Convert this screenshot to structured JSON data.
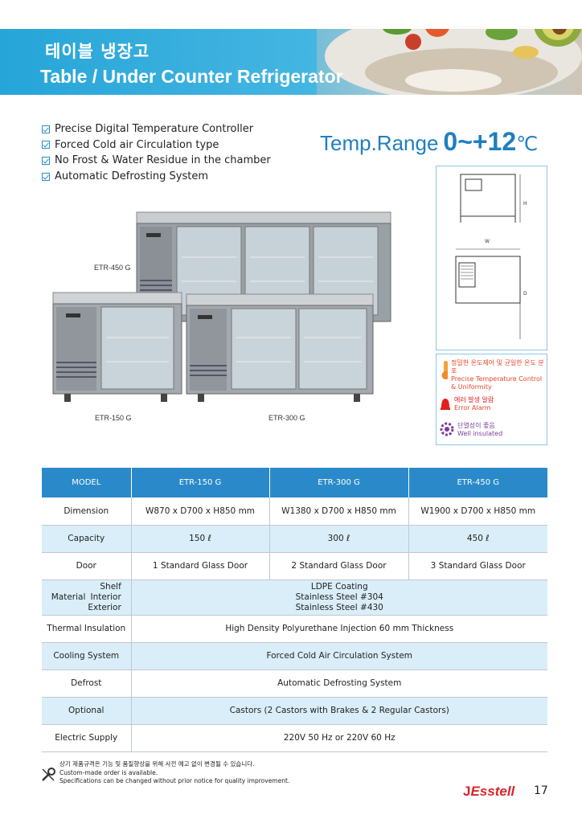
{
  "header": {
    "title_ko": "테이블 냉장고",
    "title_en": "Table / Under Counter Refrigerator"
  },
  "features": [
    "Precise Digital Temperature Controller",
    "Forced Cold air Circulation type",
    "No Frost & Water Residue in the chamber",
    "Automatic Defrosting System"
  ],
  "temp_range": {
    "label": "Temp.Range",
    "value": "0~+12",
    "unit": "℃"
  },
  "products": {
    "etr450": "ETR-450 G",
    "etr150": "ETR-150 G",
    "etr300": "ETR-300 G"
  },
  "drawing": {
    "w": "W",
    "h": "H",
    "d": "D"
  },
  "badges": {
    "temp_ko": "정밀한 온도제어 및 균일한 온도 분포",
    "temp_en": "Precise Temperature Control & Uniformity",
    "error_ko": "에러 발생 알람",
    "error_en": "Error Alarm",
    "ins_ko": "단열성이 좋음",
    "ins_en": "Well insulated"
  },
  "table": {
    "headers": [
      "MODEL",
      "ETR-150 G",
      "ETR-300 G",
      "ETR-450 G"
    ],
    "dimension": {
      "label": "Dimension",
      "v1": "W870 x D700 x H850 mm",
      "v2": "W1380 x D700 x H850 mm",
      "v3": "W1900 x D700 x H850 mm"
    },
    "capacity": {
      "label": "Capacity",
      "v1": "150 ℓ",
      "v2": "300 ℓ",
      "v3": "450 ℓ"
    },
    "door": {
      "label": "Door",
      "v1": "1 Standard Glass Door",
      "v2": "2 Standard Glass Door",
      "v3": "3 Standard Glass Door"
    },
    "material": {
      "label": "Material",
      "sub1": "Shelf",
      "sub2": "Interior",
      "sub3": "Exterior",
      "v1": "LDPE Coating",
      "v2": "Stainless Steel #304",
      "v3": "Stainless Steel #430"
    },
    "thermal": {
      "label": "Thermal Insulation",
      "value": "High Density Polyurethane Injection 60 mm Thickness"
    },
    "cooling": {
      "label": "Cooling System",
      "value": "Forced Cold Air Circulation System"
    },
    "defrost": {
      "label": "Defrost",
      "value": "Automatic Defrosting System"
    },
    "optional": {
      "label": "Optional",
      "value": "Castors (2 Castors with Brakes & 2 Regular Castors)"
    },
    "electric": {
      "label": "Electric Supply",
      "value": "220V 50 Hz or 220V 60 Hz"
    }
  },
  "footer": {
    "note_ko": "상기 제품규격은 기능 및 품질향상을 위해 사전 예고 없이 변경될 수 있습니다.",
    "note_en1": "Custom-made order is available.",
    "note_en2": "Specifications can be changed without prior notice for quality improvement.",
    "brand": "Esstell",
    "page": "17"
  }
}
